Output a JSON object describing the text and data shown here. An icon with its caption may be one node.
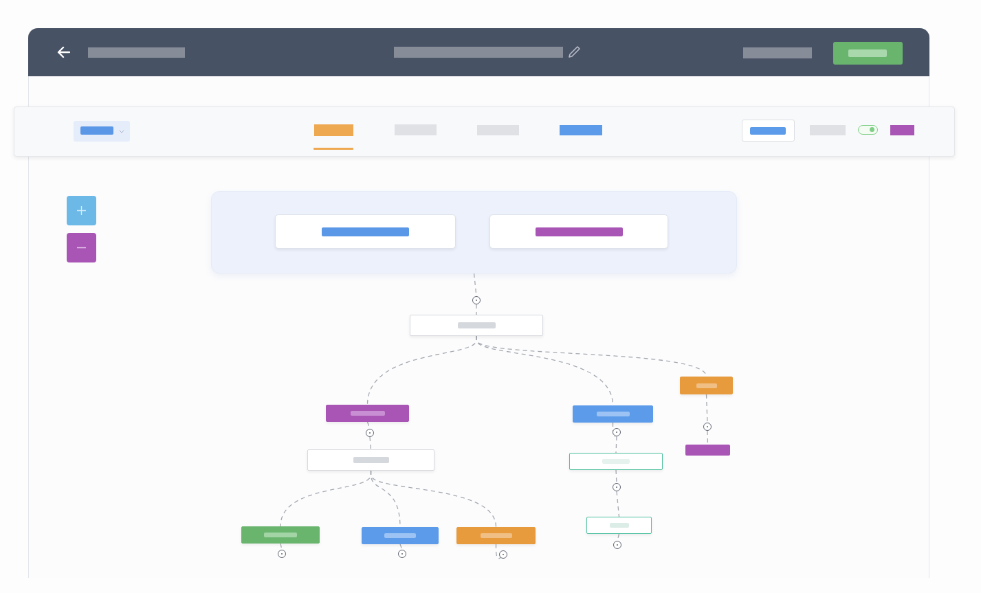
{
  "diagram": {
    "nodes": [
      {
        "text": [],
        "shape": "box"
      },
      {
        "text": [],
        "shape": "box",
        "in": 0
      },
      {
        "text": [],
        "shape": "box",
        "in": 0
      },
      {
        "text": [],
        "shape": "circle"
      },
      {
        "text": [],
        "shape": "box"
      },
      {
        "text": [],
        "shape": "box"
      },
      {
        "text": [],
        "shape": "box"
      },
      {
        "text": [],
        "shape": "box"
      },
      {
        "text": [],
        "shape": "circle"
      },
      {
        "text": [],
        "shape": "circle"
      },
      {
        "text": [],
        "shape": "circle"
      },
      {
        "text": [],
        "shape": "box"
      },
      {
        "text": [],
        "shape": "box"
      },
      {
        "text": [],
        "shape": "bar"
      },
      {
        "text": [],
        "shape": "box"
      },
      {
        "text": [],
        "shape": "box"
      },
      {
        "text": [],
        "shape": "box"
      },
      {
        "text": [],
        "shape": "circle"
      },
      {
        "text": [],
        "shape": "box"
      },
      {
        "text": [],
        "shape": "circle"
      },
      {
        "text": [],
        "shape": "circle"
      },
      {
        "text": [],
        "shape": "circle"
      },
      {
        "text": [],
        "shape": "circle"
      }
    ],
    "edges": [
      {
        "from": 0,
        "to": 3,
        "arrow": "none",
        "style": "dashed"
      },
      {
        "from": 3,
        "to": 4,
        "arrow": "none",
        "style": "dashed"
      },
      {
        "from": 4,
        "to": 5,
        "arrow": "none",
        "style": "dashed"
      },
      {
        "from": 4,
        "to": 6,
        "arrow": "none",
        "style": "dashed"
      },
      {
        "from": 4,
        "to": 7,
        "arrow": "none",
        "style": "dashed"
      },
      {
        "from": 5,
        "to": 8,
        "arrow": "none",
        "style": "dashed"
      },
      {
        "from": 8,
        "to": 11,
        "arrow": "none",
        "style": "dashed"
      },
      {
        "from": 6,
        "to": 9,
        "arrow": "none",
        "style": "dashed"
      },
      {
        "from": 9,
        "to": 12,
        "arrow": "none",
        "style": "dashed"
      },
      {
        "from": 7,
        "to": 10,
        "arrow": "none",
        "style": "dashed"
      },
      {
        "from": 10,
        "to": 13,
        "arrow": "none",
        "style": "dashed"
      },
      {
        "from": 11,
        "to": 14,
        "arrow": "none",
        "style": "dashed"
      },
      {
        "from": 11,
        "to": 15,
        "arrow": "none",
        "style": "dashed"
      },
      {
        "from": 11,
        "to": 16,
        "arrow": "none",
        "style": "dashed"
      },
      {
        "from": 12,
        "to": 17,
        "arrow": "none",
        "style": "dashed"
      },
      {
        "from": 17,
        "to": 18,
        "arrow": "none",
        "style": "dashed"
      },
      {
        "from": 14,
        "to": 19,
        "arrow": "none",
        "style": "dashed"
      },
      {
        "from": 15,
        "to": 20,
        "arrow": "none",
        "style": "dashed"
      },
      {
        "from": 16,
        "to": 21,
        "arrow": "none",
        "style": "dashed"
      },
      {
        "from": 18,
        "to": 22,
        "arrow": "none",
        "style": "dashed"
      }
    ]
  }
}
